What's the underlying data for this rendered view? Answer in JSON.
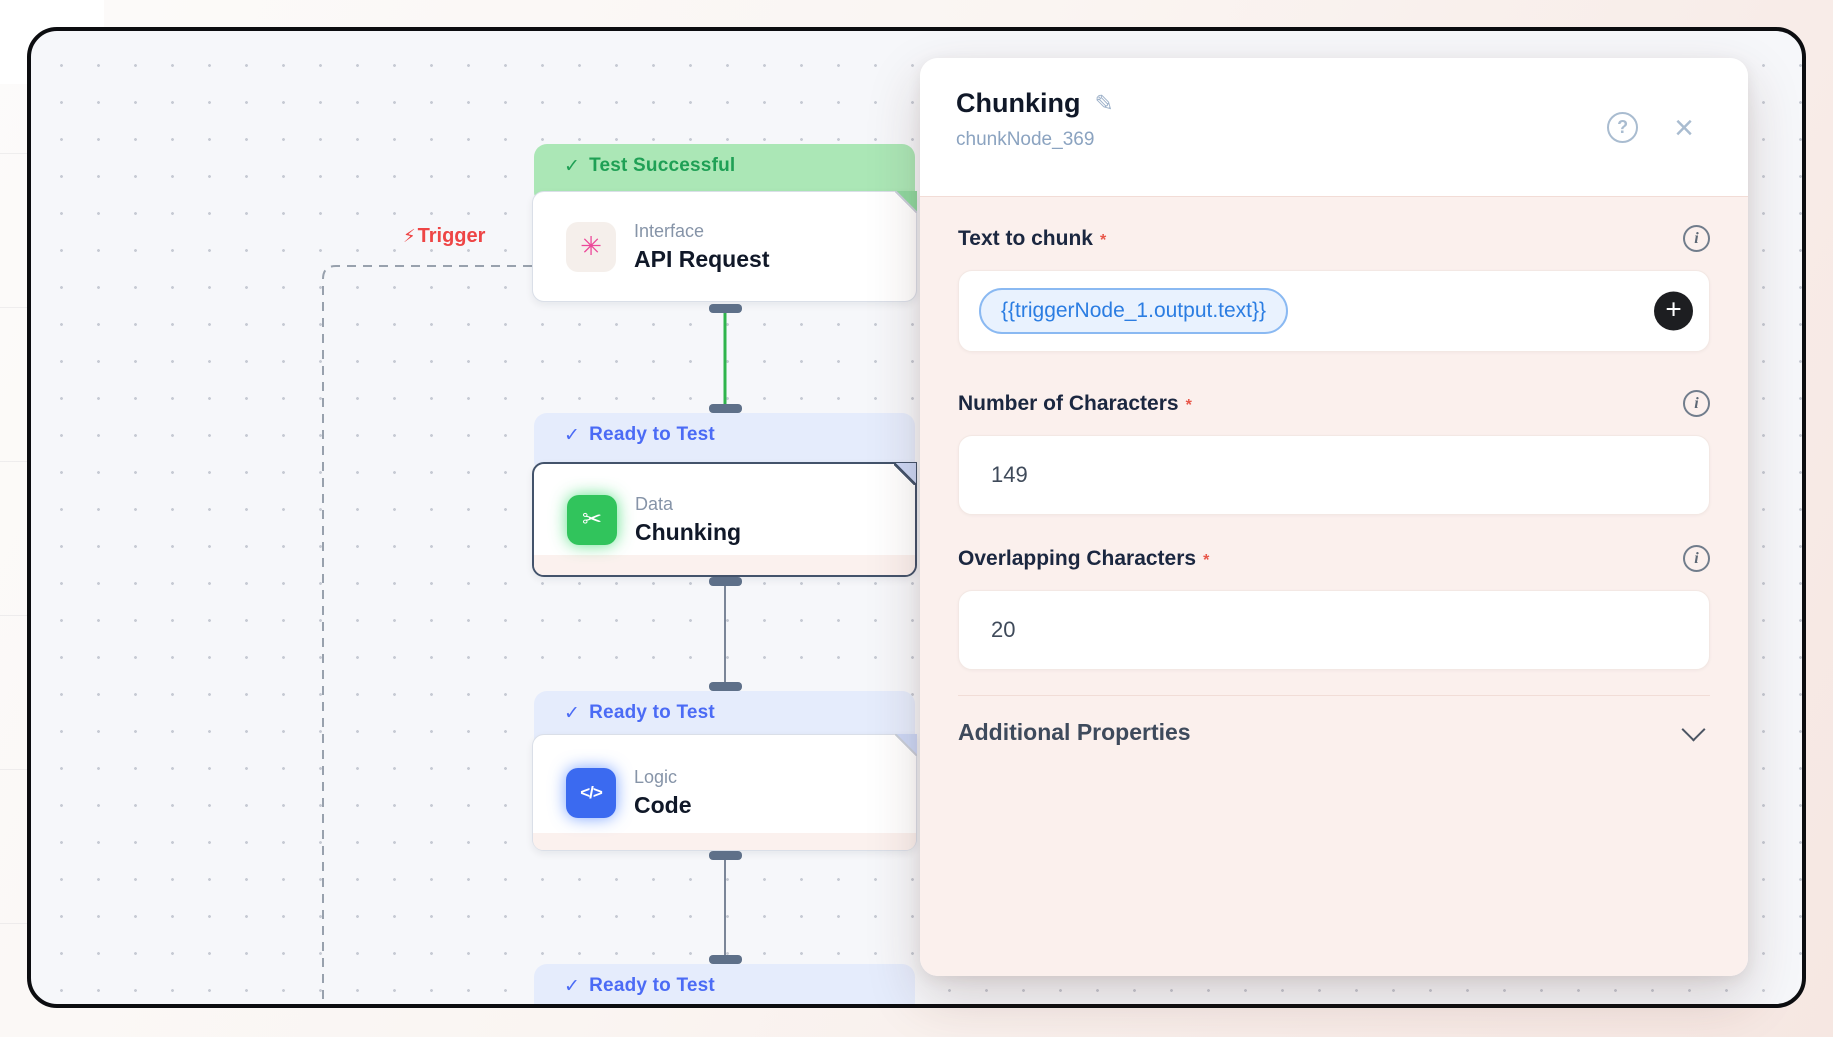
{
  "canvas": {
    "trigger_label": "Trigger",
    "nodes": [
      {
        "status": "Test Successful",
        "status_type": "success",
        "category": "Interface",
        "title": "API Request"
      },
      {
        "status": "Ready to Test",
        "status_type": "ready",
        "category": "Data",
        "title": "Chunking",
        "selected": true
      },
      {
        "status": "Ready to Test",
        "status_type": "ready",
        "category": "Logic",
        "title": "Code"
      },
      {
        "status": "Ready to Test",
        "status_type": "ready"
      }
    ]
  },
  "panel": {
    "title": "Chunking",
    "node_id": "chunkNode_369",
    "required_marker": "*",
    "fields": [
      {
        "label": "Text to chunk",
        "value": "{{triggerNode_1.output.text}}"
      },
      {
        "label": "Number of Characters",
        "value": "149"
      },
      {
        "label": "Overlapping Characters",
        "value": "20"
      }
    ],
    "additional_properties_label": "Additional Properties"
  },
  "colors": {
    "accent_green": "#31c45c",
    "accent_blue": "#3b6af0",
    "accent_pink": "#ec4899",
    "banner_success_bg": "#abe7b6",
    "banner_success_text": "#1fa055",
    "banner_ready_bg": "#e5ecfc",
    "banner_ready_text": "#4b6bf5",
    "panel_section_bg": "#fbf0ed",
    "token_text": "#2b7de2",
    "trigger_red": "#ee4545"
  },
  "icons": {
    "check": "✓",
    "lightning": "⚡",
    "edit": "✎",
    "help": "?",
    "close": "×",
    "info": "i",
    "plus": "+",
    "api": "✳",
    "chunk": "✂",
    "code": "</>"
  }
}
